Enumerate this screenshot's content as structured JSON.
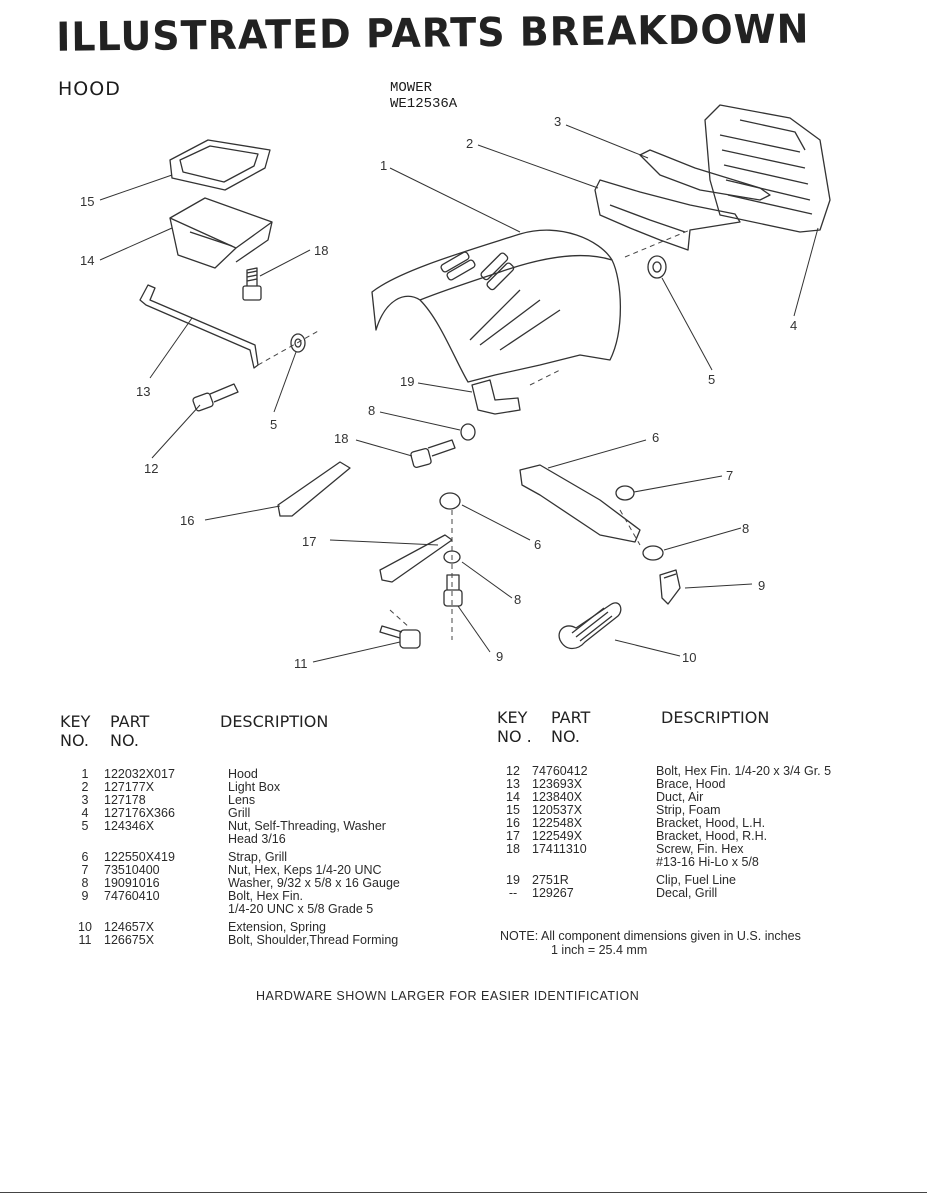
{
  "header": {
    "title": "ILLUSTRATED PARTS BREAKDOWN",
    "section": "HOOD",
    "model_line1": "MOWER",
    "model_line2": "WE12536A"
  },
  "callouts": [
    "15",
    "14",
    "18",
    "1",
    "2",
    "3",
    "4",
    "5",
    "13",
    "12",
    "5",
    "19",
    "8",
    "18",
    "6",
    "7",
    "16",
    "6",
    "17",
    "8",
    "8",
    "9",
    "11",
    "9",
    "10"
  ],
  "table_headers": {
    "key": "KEY",
    "no_key": "NO.",
    "no_key_right": "NO .",
    "part": "PART",
    "no_part": "NO.",
    "description": "DESCRIPTION"
  },
  "parts_left": [
    {
      "key": "1",
      "part": "122032X017",
      "desc": "Hood"
    },
    {
      "key": "2",
      "part": "127177X",
      "desc": "Light Box"
    },
    {
      "key": "3",
      "part": "127178",
      "desc": "Lens"
    },
    {
      "key": "4",
      "part": "127176X366",
      "desc": "Grill"
    },
    {
      "key": "5",
      "part": "124346X",
      "desc": "Nut, Self-Threading, Washer",
      "desc2": "Head 3/16"
    },
    {
      "key": "6",
      "part": "122550X419",
      "desc": "Strap, Grill"
    },
    {
      "key": "7",
      "part": "73510400",
      "desc": "Nut, Hex, Keps 1/4-20 UNC"
    },
    {
      "key": "8",
      "part": "19091016",
      "desc": "Washer, 9/32 x 5/8 x 16 Gauge"
    },
    {
      "key": "9",
      "part": "74760410",
      "desc": "Bolt, Hex Fin.",
      "desc2": "1/4-20 UNC x 5/8 Grade 5"
    },
    {
      "key": "10",
      "part": "124657X",
      "desc": "Extension, Spring"
    },
    {
      "key": "11",
      "part": "126675X",
      "desc": "Bolt, Shoulder,Thread Forming"
    }
  ],
  "parts_right": [
    {
      "key": "12",
      "part": "74760412",
      "desc": "Bolt, Hex Fin. 1/4-20 x 3/4 Gr. 5"
    },
    {
      "key": "13",
      "part": "123693X",
      "desc": "Brace, Hood"
    },
    {
      "key": "14",
      "part": "123840X",
      "desc": "Duct, Air"
    },
    {
      "key": "15",
      "part": "120537X",
      "desc": "Strip, Foam"
    },
    {
      "key": "16",
      "part": "122548X",
      "desc": "Bracket, Hood, L.H."
    },
    {
      "key": "17",
      "part": "122549X",
      "desc": "Bracket, Hood, R.H."
    },
    {
      "key": "18",
      "part": "17411310",
      "desc": "Screw, Fin. Hex",
      "desc2": "#13-16 Hi-Lo x 5/8"
    },
    {
      "key": "19",
      "part": "2751R",
      "desc": "Clip, Fuel Line"
    },
    {
      "key": "--",
      "part": "129267",
      "desc": "Decal, Grill"
    }
  ],
  "note": {
    "line1": "NOTE:  All component dimensions given in U.S. inches",
    "line2": "1 inch = 25.4 mm"
  },
  "footer": "HARDWARE SHOWN LARGER FOR EASIER IDENTIFICATION"
}
